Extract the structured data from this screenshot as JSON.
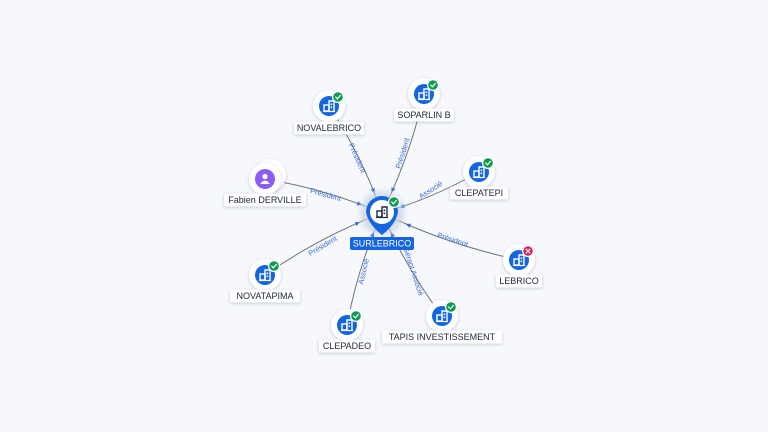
{
  "colors": {
    "company": "#1565e0",
    "person": "#8b5cf6",
    "active": "#0e9a4f",
    "closed": "#e0245e",
    "edge_label": "#3d6fd6"
  },
  "center": {
    "label": "SURLEBRICO",
    "status": "active",
    "icon": "building-icon"
  },
  "nodes": [
    {
      "id": "novalebrico",
      "label": "NOVALEBRICO",
      "type": "company",
      "status": "active",
      "icon": "building-icon"
    },
    {
      "id": "soparlin-b",
      "label": "SOPARLIN B",
      "type": "company",
      "status": "active",
      "icon": "building-icon"
    },
    {
      "id": "clepatepi",
      "label": "CLEPATEPI",
      "type": "company",
      "status": "active",
      "icon": "building-icon"
    },
    {
      "id": "fabien-derville",
      "label": "Fabien DERVILLE",
      "type": "person",
      "status": "",
      "icon": "person-icon"
    },
    {
      "id": "lebrico",
      "label": "LEBRICO",
      "type": "company",
      "status": "closed",
      "icon": "building-icon"
    },
    {
      "id": "novatapima",
      "label": "NOVATAPIMA",
      "type": "company",
      "status": "active",
      "icon": "building-icon"
    },
    {
      "id": "clepadeo",
      "label": "CLEPADEO",
      "type": "company",
      "status": "active",
      "icon": "building-icon"
    },
    {
      "id": "tapis-investissement",
      "label": "TAPIS INVESTISSEMENT",
      "type": "company",
      "status": "active",
      "icon": "building-icon"
    }
  ],
  "edges": [
    {
      "node": "novalebrico",
      "label": "Président"
    },
    {
      "node": "soparlin-b",
      "label": "Président"
    },
    {
      "node": "clepatepi",
      "label": "Associé"
    },
    {
      "node": "fabien-derville",
      "label": "Président"
    },
    {
      "node": "lebrico",
      "label": "Président"
    },
    {
      "node": "novatapima",
      "label": "Président"
    },
    {
      "node": "clepadeo",
      "label": "Associé"
    },
    {
      "node": "tapis-investissement",
      "label": "Gérant Associé"
    }
  ]
}
